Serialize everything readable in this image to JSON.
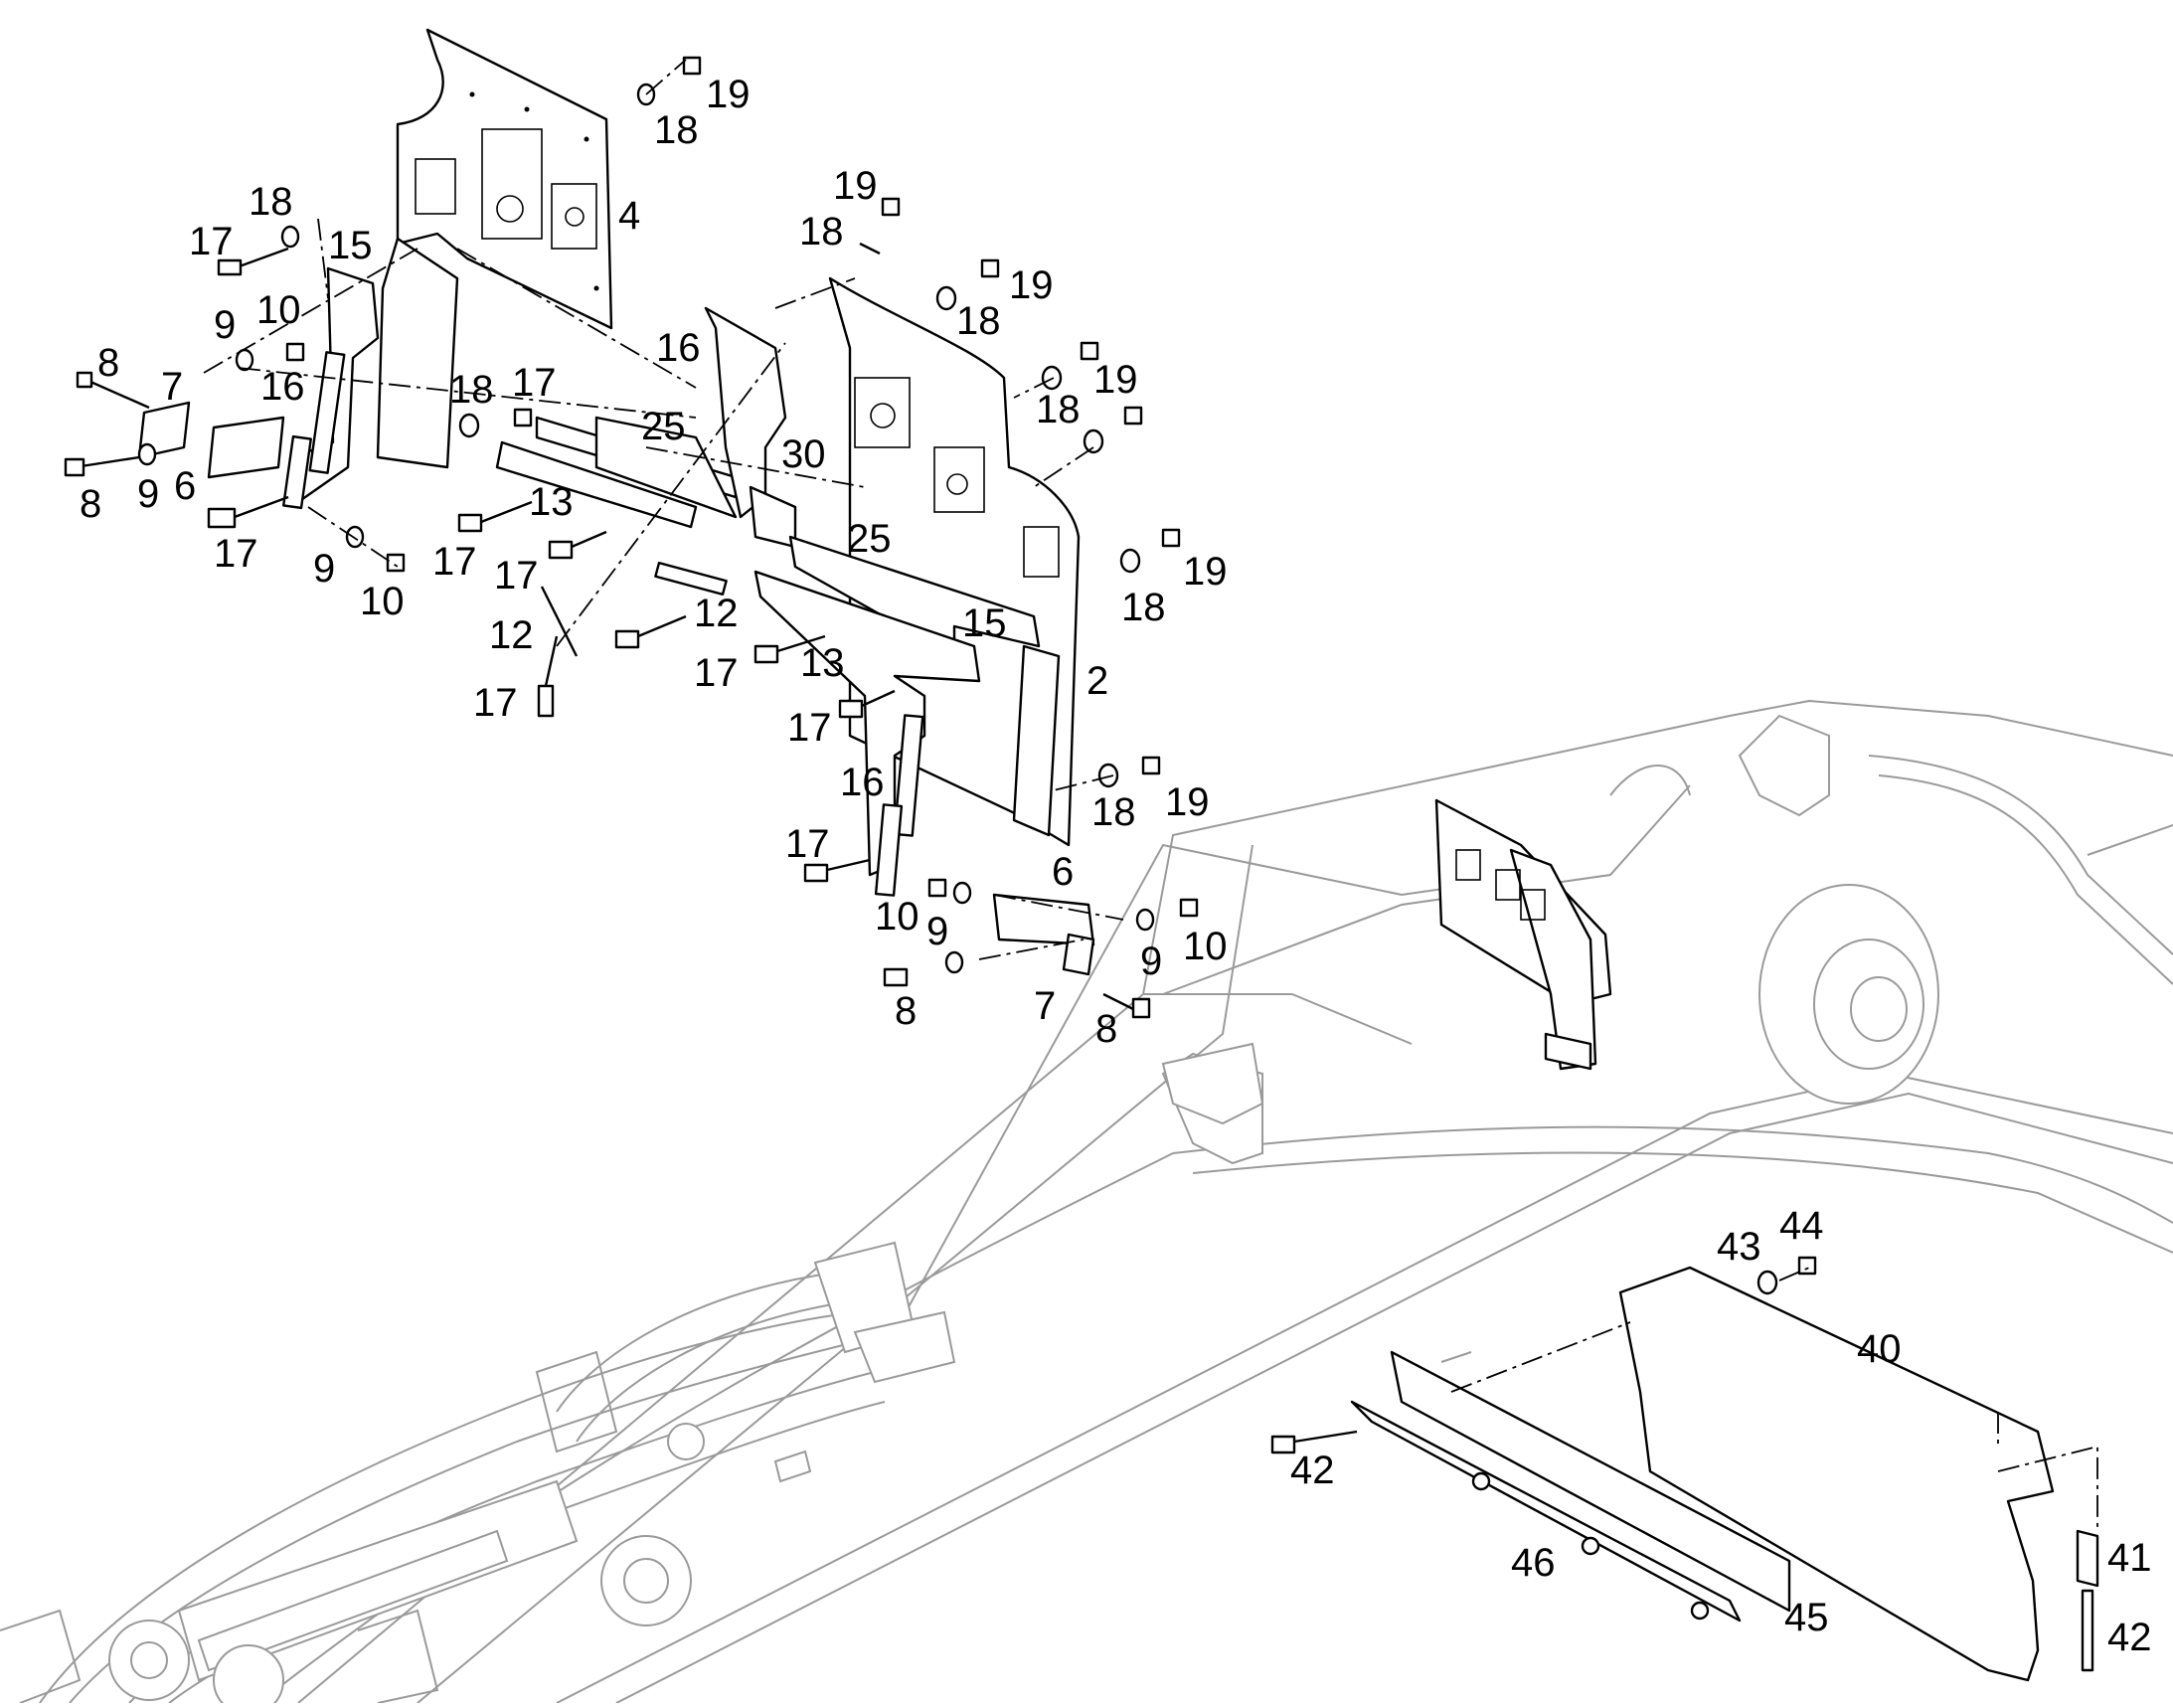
{
  "callouts": [
    {
      "id": "c1",
      "label": "19"
    },
    {
      "id": "c2",
      "label": "18"
    },
    {
      "id": "c3",
      "label": "4"
    },
    {
      "id": "c4",
      "label": "18"
    },
    {
      "id": "c5",
      "label": "17"
    },
    {
      "id": "c6",
      "label": "15"
    },
    {
      "id": "c7",
      "label": "10"
    },
    {
      "id": "c8",
      "label": "9"
    },
    {
      "id": "c9",
      "label": "8"
    },
    {
      "id": "c10",
      "label": "16"
    },
    {
      "id": "c11",
      "label": "7"
    },
    {
      "id": "c12",
      "label": "8"
    },
    {
      "id": "c13",
      "label": "9"
    },
    {
      "id": "c14",
      "label": "6"
    },
    {
      "id": "c15",
      "label": "17"
    },
    {
      "id": "c16",
      "label": "9"
    },
    {
      "id": "c17",
      "label": "10"
    },
    {
      "id": "c18",
      "label": "18"
    },
    {
      "id": "c19",
      "label": "17"
    },
    {
      "id": "c20",
      "label": "13"
    },
    {
      "id": "c21",
      "label": "17"
    },
    {
      "id": "c22",
      "label": "17"
    },
    {
      "id": "c23",
      "label": "25"
    },
    {
      "id": "c24",
      "label": "16"
    },
    {
      "id": "c25",
      "label": "30"
    },
    {
      "id": "c26",
      "label": "12"
    },
    {
      "id": "c27",
      "label": "12"
    },
    {
      "id": "c28",
      "label": "17"
    },
    {
      "id": "c29",
      "label": "19"
    },
    {
      "id": "c30",
      "label": "18"
    },
    {
      "id": "c31",
      "label": "19"
    },
    {
      "id": "c32",
      "label": "18"
    },
    {
      "id": "c33",
      "label": "19"
    },
    {
      "id": "c34",
      "label": "18"
    },
    {
      "id": "c35",
      "label": "25"
    },
    {
      "id": "c36",
      "label": "19"
    },
    {
      "id": "c37",
      "label": "18"
    },
    {
      "id": "c38",
      "label": "15"
    },
    {
      "id": "c39",
      "label": "17"
    },
    {
      "id": "c40",
      "label": "13"
    },
    {
      "id": "c41",
      "label": "17"
    },
    {
      "id": "c42",
      "label": "2"
    },
    {
      "id": "c43",
      "label": "16"
    },
    {
      "id": "c44",
      "label": "18"
    },
    {
      "id": "c45",
      "label": "19"
    },
    {
      "id": "c46",
      "label": "17"
    },
    {
      "id": "c47",
      "label": "6"
    },
    {
      "id": "c48",
      "label": "10"
    },
    {
      "id": "c49",
      "label": "9"
    },
    {
      "id": "c50",
      "label": "9"
    },
    {
      "id": "c51",
      "label": "10"
    },
    {
      "id": "c52",
      "label": "8"
    },
    {
      "id": "c53",
      "label": "7"
    },
    {
      "id": "c54",
      "label": "8"
    },
    {
      "id": "c55",
      "label": "43"
    },
    {
      "id": "c56",
      "label": "44"
    },
    {
      "id": "c57",
      "label": "40"
    },
    {
      "id": "c58",
      "label": "42"
    },
    {
      "id": "c59",
      "label": "46"
    },
    {
      "id": "c60",
      "label": "45"
    },
    {
      "id": "c61",
      "label": "41"
    },
    {
      "id": "c62",
      "label": "42"
    }
  ]
}
